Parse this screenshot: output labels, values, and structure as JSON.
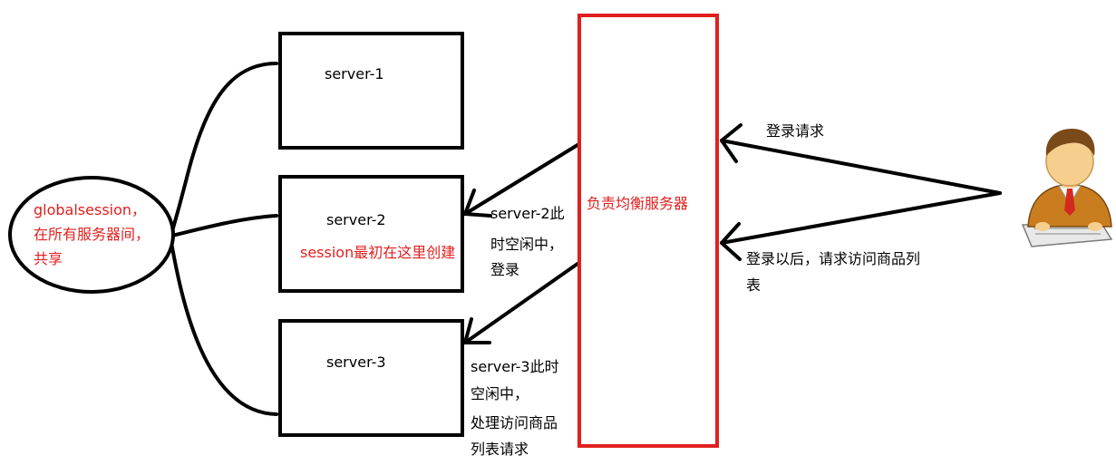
{
  "global_session": {
    "line1": "globalsession，",
    "line2": "在所有服务器间，",
    "line3": "共享"
  },
  "servers": [
    {
      "label": "server-1",
      "note": ""
    },
    {
      "label": "server-2",
      "note": "session最初在这里创建"
    },
    {
      "label": "server-3",
      "note": ""
    }
  ],
  "load_balancer": {
    "label": "负责均衡服务器"
  },
  "annotations": {
    "server2_idle": [
      "server-2此",
      "时空闲中，",
      "登录"
    ],
    "server3_idle": [
      "server-3此时",
      "空闲中，",
      "处理访问商品",
      "列表请求"
    ],
    "login_request": "登录请求",
    "list_request": [
      "登录以后，请求访问商品列",
      "表"
    ]
  },
  "colors": {
    "accent_red": "#e0201f",
    "stroke": "#000000",
    "user_skin": "#f6cf8f",
    "user_shirt": "#c97d1f"
  },
  "icons": {
    "user": "user-at-computer-icon"
  }
}
